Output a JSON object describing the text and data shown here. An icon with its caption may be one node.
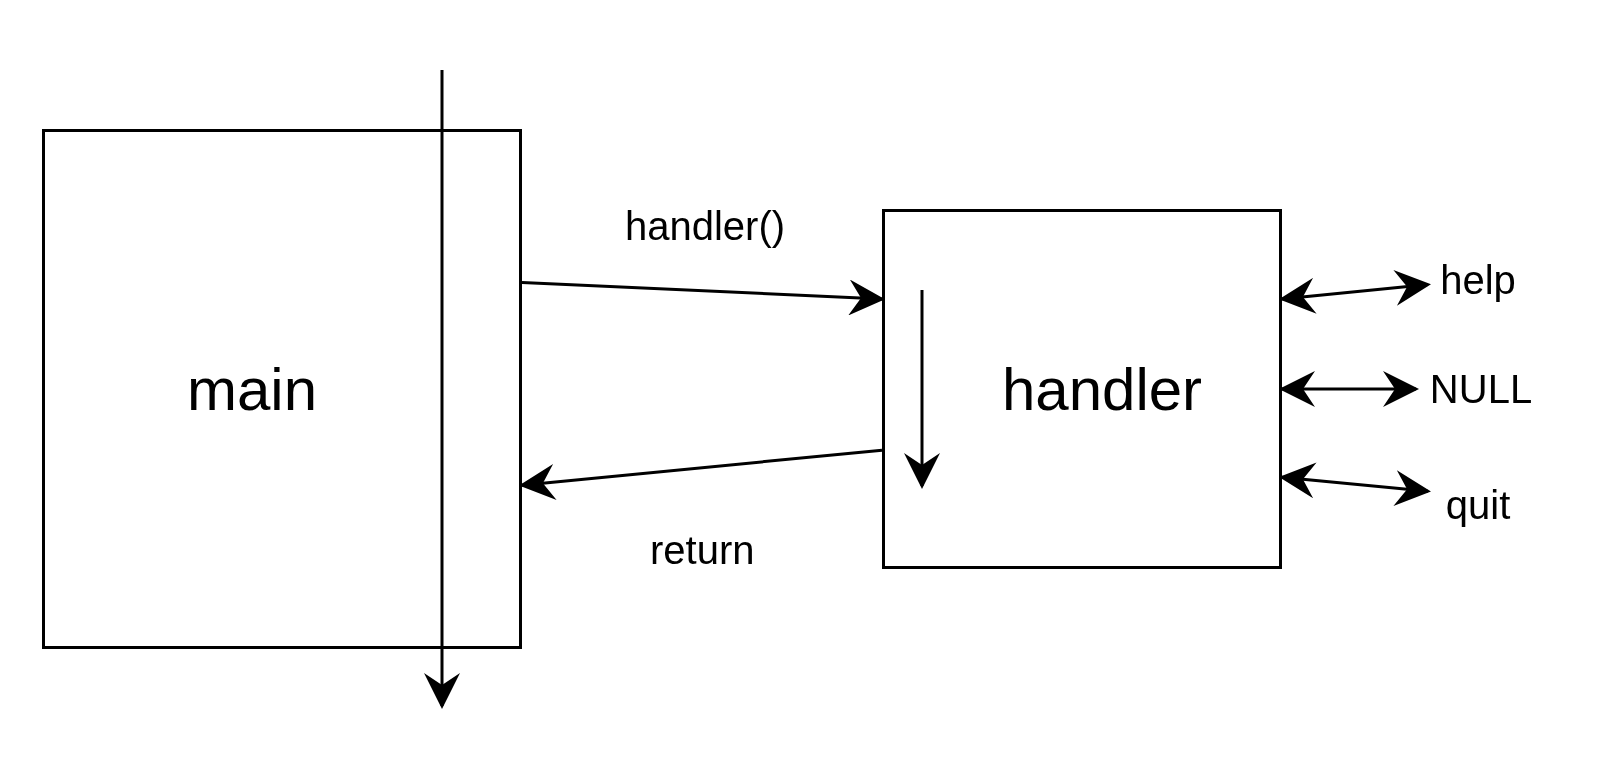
{
  "diagram": {
    "nodes": [
      {
        "text": [
          "main"
        ]
      },
      {
        "text": [
          "handler"
        ]
      },
      {
        "text": [
          "help"
        ]
      },
      {
        "text": [
          "NULL"
        ]
      },
      {
        "text": [
          "quit"
        ]
      }
    ],
    "edges": [
      {
        "from": 0,
        "to": 1,
        "arrow": "to",
        "label": "handler()"
      },
      {
        "from": 1,
        "to": 0,
        "arrow": "to",
        "label": "return"
      },
      {
        "from": 1,
        "to": 2,
        "arrow": "both"
      },
      {
        "from": 1,
        "to": 3,
        "arrow": "both"
      },
      {
        "from": 1,
        "to": 4,
        "arrow": "both"
      }
    ]
  }
}
